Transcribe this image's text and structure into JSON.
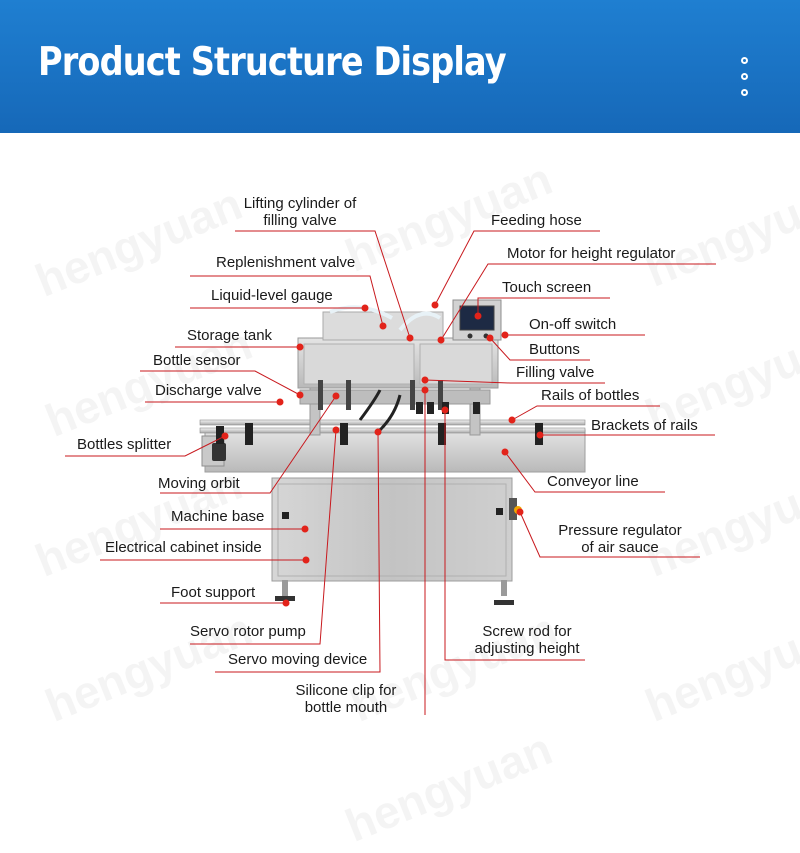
{
  "header": {
    "title": "Product Structure Display",
    "background_color": "#1a74c7",
    "menu_icon": "vertical-dots-icon"
  },
  "watermark": "hengyuan",
  "colors": {
    "marker": "#e2231a",
    "leader": "#c8191e"
  },
  "labels": {
    "lifting_cylinder": "Lifting cylinder of\nfilling valve",
    "feeding_hose": "Feeding hose",
    "replenishment_valve": "Replenishment valve",
    "motor_height": "Motor for height regulator",
    "liquid_level_gauge": "Liquid-level gauge",
    "touch_screen": "Touch screen",
    "storage_tank": "Storage tank",
    "on_off_switch": "On-off switch",
    "bottle_sensor": "Bottle sensor",
    "buttons": "Buttons",
    "discharge_valve": "Discharge valve",
    "filling_valve": "Filling valve",
    "rails_of_bottles": "Rails of bottles",
    "brackets_of_rails": "Brackets of rails",
    "bottles_splitter": "Bottles splitter",
    "moving_orbit": "Moving orbit",
    "conveyor_line": "Conveyor line",
    "machine_base": "Machine base",
    "pressure_regulator": "Pressure regulator\nof air sauce",
    "electrical_cabinet": "Electrical cabinet inside",
    "foot_support": "Foot support",
    "servo_rotor_pump": "Servo rotor pump",
    "screw_rod": "Screw rod for\nadjusting height",
    "servo_moving_device": "Servo moving device",
    "silicone_clip": "Silicone clip for\nbottle mouth"
  }
}
